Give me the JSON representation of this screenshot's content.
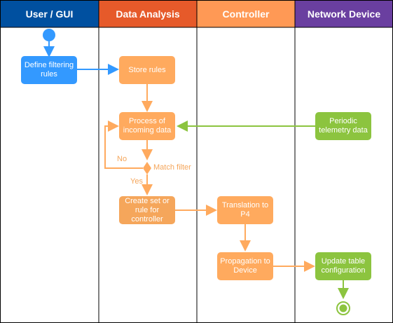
{
  "lanes": [
    {
      "title": "User / GUI",
      "color": "#0050a0"
    },
    {
      "title": "Data Analysis",
      "color": "#e65a2a"
    },
    {
      "title": "Controller",
      "color": "#ff9955"
    },
    {
      "title": "Network Device",
      "color": "#6a3fa0"
    }
  ],
  "nodes": {
    "define_rules": "Define filtering rules",
    "store_rules": "Store rules",
    "process_data": "Process of incoming data",
    "create_rule": "Create set or rule for controller",
    "translation": "Translation to P4",
    "propagation": "Propagation to Device",
    "telemetry": "Periodic telemetry data",
    "update_table": "Update table configuration"
  },
  "labels": {
    "decision": "Match filter",
    "no": "No",
    "yes": "Yes"
  },
  "colors": {
    "blue": "#3399ff",
    "orange": "#ffaa5e",
    "orange_dark": "#f5a65b",
    "green": "#8cc43f",
    "border": "#000000"
  }
}
